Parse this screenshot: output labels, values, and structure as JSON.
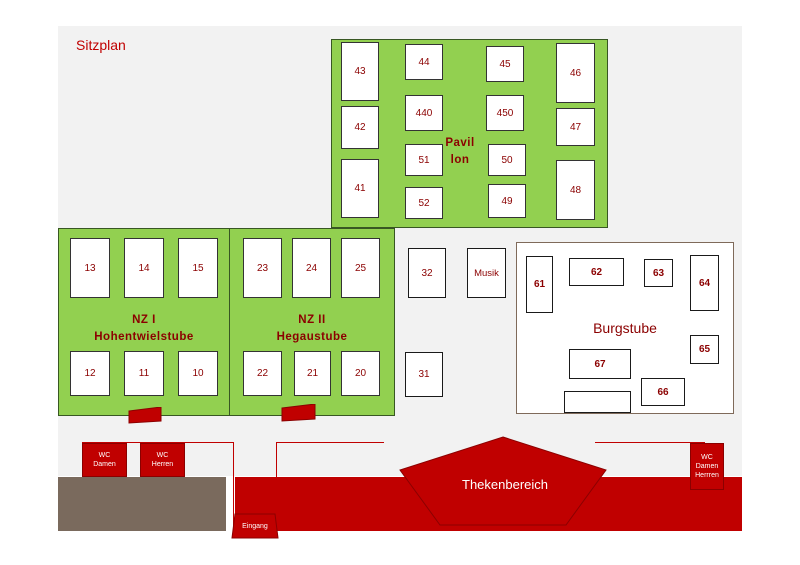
{
  "page": {
    "title": "Sitzplan"
  },
  "colors": {
    "accent_red": "#c00000",
    "dark_red": "#8b0000",
    "zone_green": "#92d050",
    "floor_grey": "#f2f2f2",
    "brown_area": "#7a6a5d"
  },
  "zones": {
    "pavillon": {
      "label_line1": "Pavil",
      "label_line2": "lon"
    },
    "nz1": {
      "label_line1": "NZ I",
      "label_line2": "Hohentwielstube"
    },
    "nz2": {
      "label_line1": "NZ II",
      "label_line2": "Hegaustube"
    },
    "burgstube": {
      "label": "Burgstube"
    }
  },
  "tables": {
    "t43": "43",
    "t42": "42",
    "t41": "41",
    "t44": "44",
    "t440": "440",
    "t51": "51",
    "t52": "52",
    "t45": "45",
    "t450": "450",
    "t50": "50",
    "t49": "49",
    "t46": "46",
    "t47": "47",
    "t48": "48",
    "t13": "13",
    "t14": "14",
    "t15": "15",
    "t12": "12",
    "t11": "11",
    "t10": "10",
    "t23": "23",
    "t24": "24",
    "t25": "25",
    "t22": "22",
    "t21": "21",
    "t20": "20",
    "t32": "32",
    "t31": "31",
    "t61": "61",
    "t62": "62",
    "t63": "63",
    "t64": "64",
    "t65": "65",
    "t67": "67",
    "t66": "66"
  },
  "features": {
    "musik": "Musik",
    "theke": "Thekenbereich",
    "eingang": "Eingang",
    "wc_damen_line1": "WC",
    "wc_damen_line2": "Damen",
    "wc_herren_line1": "WC",
    "wc_herren_line2": "Herren",
    "wc_right_line1": "WC",
    "wc_right_line2": "Damen",
    "wc_right_line3": "Herrren"
  }
}
